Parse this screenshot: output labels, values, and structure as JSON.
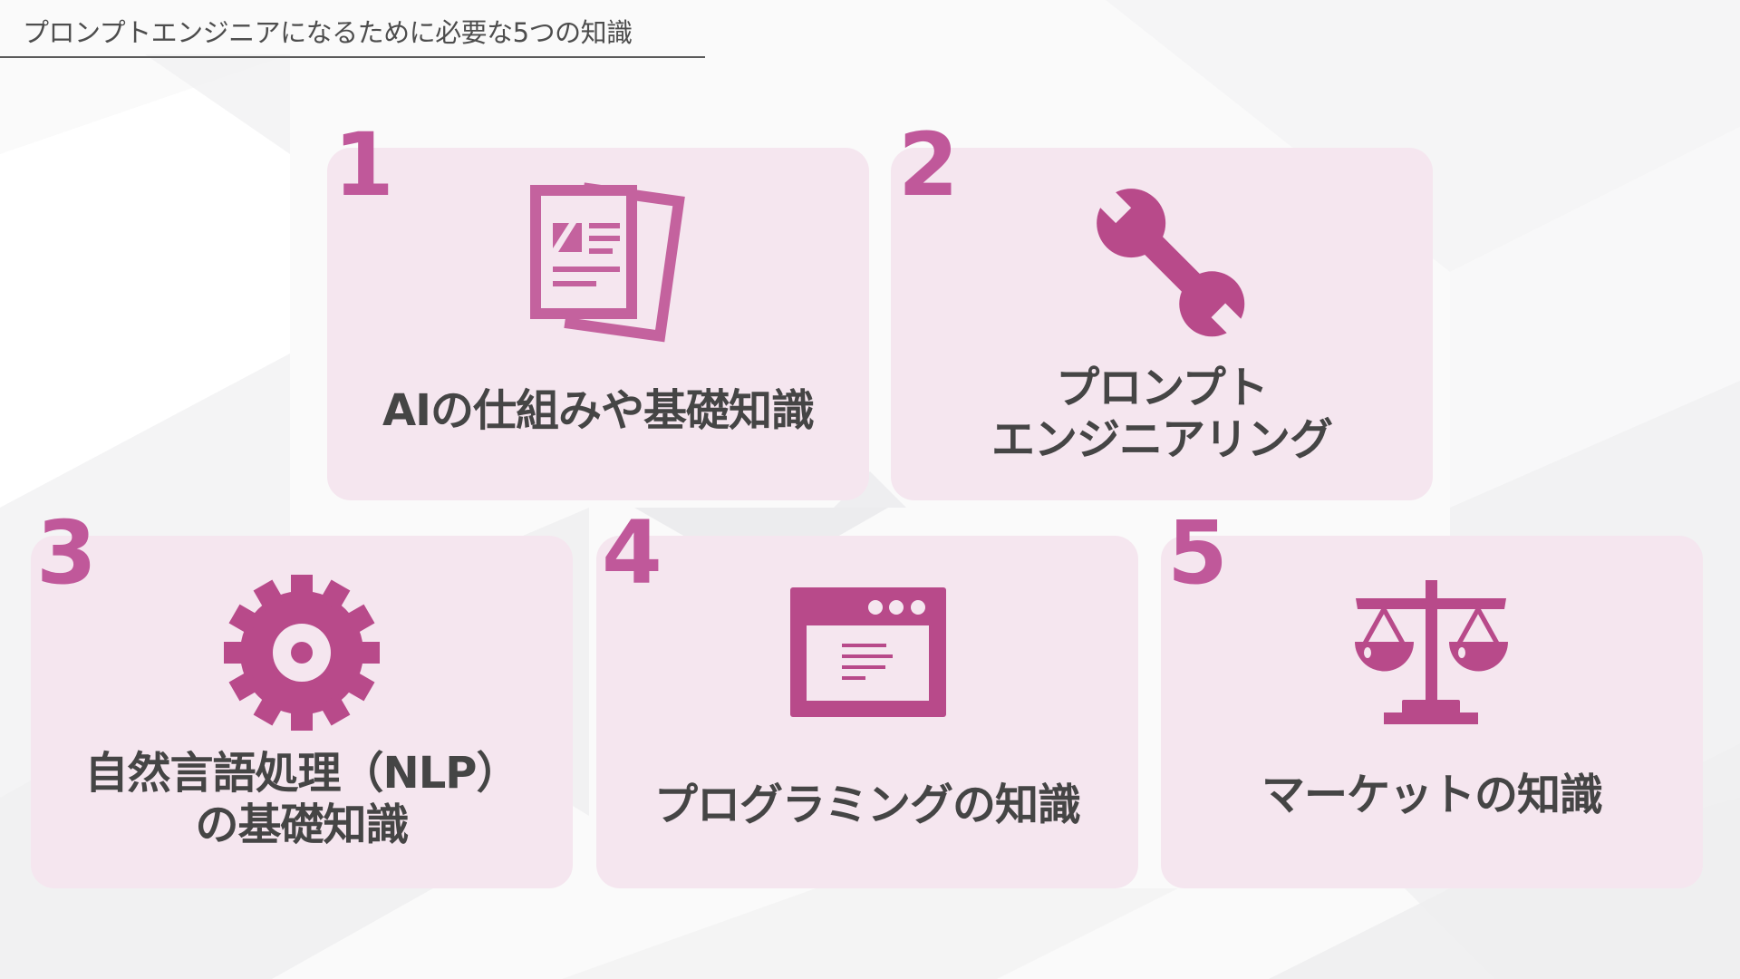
{
  "slide": {
    "title": "プロンプトエンジニアになるために必要な5つの知識",
    "colors": {
      "card_bg": "#F5E6EF",
      "accent": "#B84A8A",
      "number": "#C0589A",
      "text": "#454545",
      "title_text": "#4D4D4D",
      "rule": "#5A5A5A"
    }
  },
  "cards": [
    {
      "number": "1",
      "icon": "document-icon",
      "lines": [
        "AIの仕組みや基礎知識"
      ]
    },
    {
      "number": "2",
      "icon": "wrench-icon",
      "lines": [
        "プロンプト",
        "エンジニアリング"
      ]
    },
    {
      "number": "3",
      "icon": "gear-icon",
      "lines": [
        "自然言語処理（NLP）",
        "の基礎知識"
      ]
    },
    {
      "number": "4",
      "icon": "browser-window-icon",
      "lines": [
        "プログラミングの知識"
      ]
    },
    {
      "number": "5",
      "icon": "balance-scale-icon",
      "lines": [
        "マーケットの知識"
      ]
    }
  ]
}
